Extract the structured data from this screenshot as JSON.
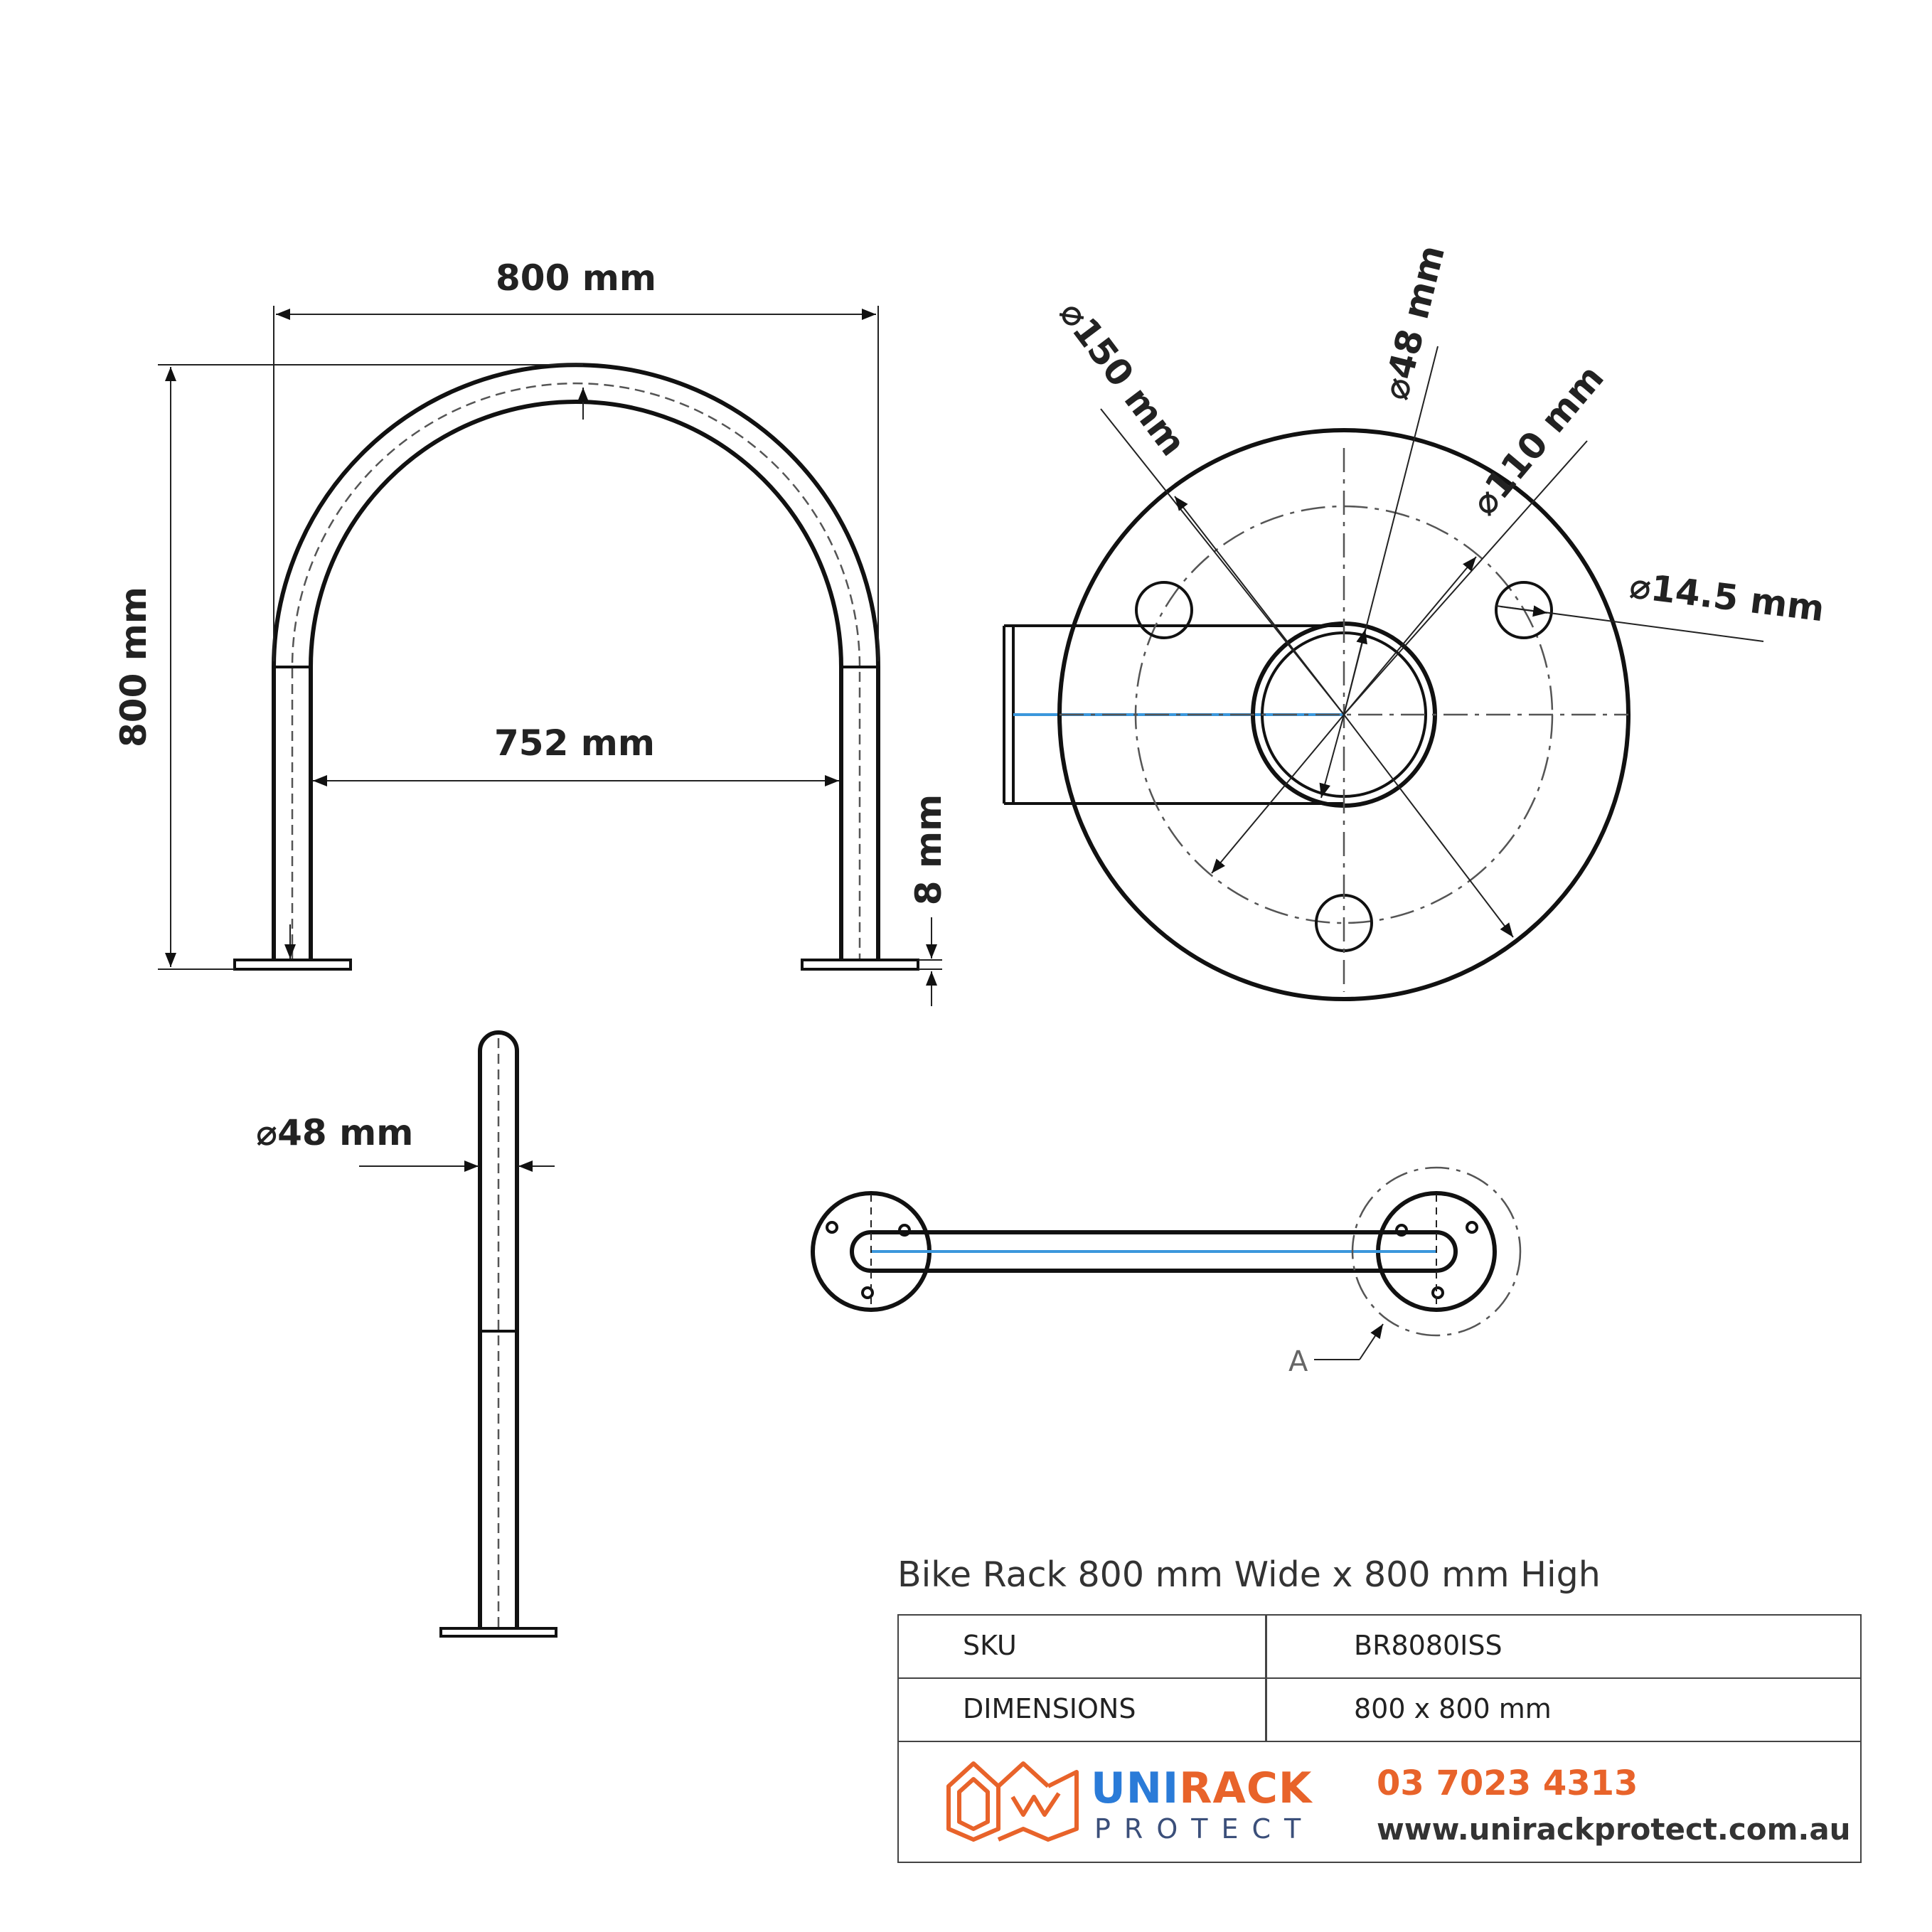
{
  "front_view": {
    "width_label": "800 mm",
    "height_label": "800 mm",
    "inner_width_label": "752 mm",
    "plate_thickness_label": "8 mm"
  },
  "plate_detail": {
    "plate_diameter_label": "150 mm",
    "tube_diameter_label": "48 mm",
    "bolt_circle_label": "110 mm",
    "hole_diameter_label": "14.5 mm",
    "diameter_symbol": "⌀"
  },
  "side_view": {
    "tube_diameter_label": "48 mm"
  },
  "top_view": {
    "detail_marker": "A"
  },
  "spec": {
    "title": "Bike Rack 800 mm Wide x 800 mm High",
    "rows": [
      {
        "key": "SKU",
        "value": "BR8080ISS"
      },
      {
        "key": "DIMENSIONS",
        "value": "800 x 800 mm"
      }
    ]
  },
  "brand": {
    "name_part1": "UNI",
    "name_part2": "RACK",
    "subname": "PROTECT",
    "phone": "03 7023 4313",
    "website": "www.unirackprotect.com.au",
    "blue": "#2a7bd8",
    "orange": "#e8632a"
  }
}
